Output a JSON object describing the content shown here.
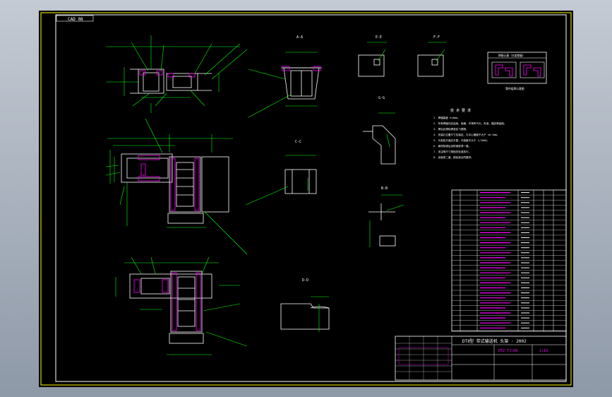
{
  "drawing": {
    "corner_tag": "CAD 08",
    "sheet_title": "DTⅡ型 带式输送机 头架 · 2002",
    "drawing_number": "DT2-TJ-08",
    "scale_label": "1:10",
    "section_labels": [
      "A-A",
      "B-B",
      "C-C",
      "D-D",
      "E-E",
      "F-F",
      "G-G"
    ],
    "notes_title": "技 术 要 求",
    "notes": [
      "1. 焊缝高度 h=6mm。",
      "2. 所有焊缝均应连续、饱满，不得有气孔、夹渣、裂纹等缺陷。",
      "3. 焊后应清除焊渣及飞溅物。",
      "4. 安装孔位置尺寸应保证，孔中心偏差不大于 ±0.5mm。",
      "5. 头架各平面应平整，平面度不大于 1/1000。",
      "6. 钢材除锈后涂防锈底漆一道。",
      "7. 未注明尺寸按相关标准执行。",
      "8. 涂面漆二道，颜色按合同要求。"
    ],
    "detail_caption": "焊接示意（头架侧板）",
    "detail_footer": "零件组焊示意图",
    "colors": {
      "line": "#ffffff",
      "dim": "#00ff00",
      "accent": "#ff00ff",
      "border": "#ffff00"
    }
  }
}
